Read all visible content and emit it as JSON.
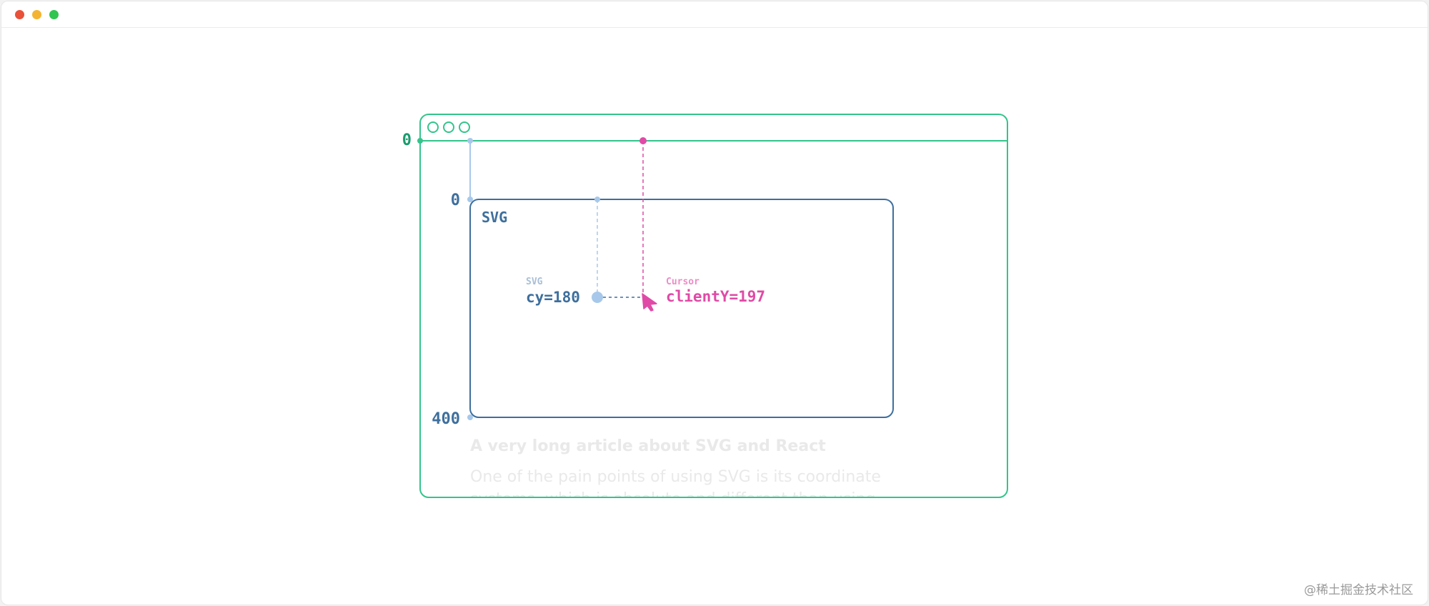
{
  "window": {
    "traffic_lights": {
      "close_color": "#e8513a",
      "minimize_color": "#f4b431",
      "zoom_color": "#2fc550"
    }
  },
  "diagram": {
    "colors": {
      "browser": "#34c48c",
      "browser_label": "#1a9b6e",
      "svg_box": "#3e6f9d",
      "svg_point": "#a7c8ea",
      "cursor": "#e04aa6",
      "cursor_sublabel": "#ec8cc6",
      "faded_text": "#e9e9e9",
      "point_sublabel": "#a9bfd6"
    },
    "browser_origin_label": "0",
    "svg_box_label": "SVG",
    "svg_top_label": "0",
    "svg_bottom_label": "400",
    "point_sublabel": "SVG",
    "point_label": "cy=180",
    "cursor_sublabel": "Cursor",
    "cursor_label": "clientY=197",
    "article_title": "A very long article about SVG and React",
    "article_line_1": "One of the pain  points of using SVG is its coordinate",
    "article_line_2": "systems, which is absolute and different than using"
  },
  "watermark": "@稀土掘金技术社区"
}
